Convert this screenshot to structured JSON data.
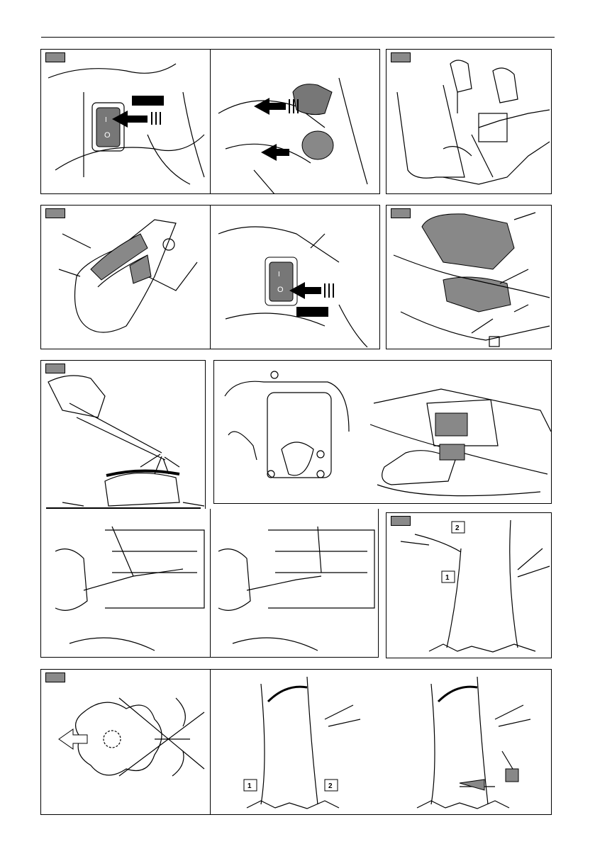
{
  "document": {
    "type": "chainsaw-manual-illustration-page",
    "figures": [
      {
        "id": "fig-switch-throttle",
        "sublabels": [
          "I",
          "O"
        ]
      },
      {
        "id": "fig-starting-position"
      },
      {
        "id": "fig-handle-switch",
        "sublabels": [
          "I",
          "O"
        ]
      },
      {
        "id": "fig-air-filter"
      },
      {
        "id": "fig-chain-oil-test"
      },
      {
        "id": "fig-carburettor-adjust"
      },
      {
        "id": "fig-felling-notch",
        "markers": [
          "2",
          "1"
        ]
      },
      {
        "id": "fig-felling-direction",
        "markers": [
          "1",
          "2"
        ]
      }
    ]
  }
}
